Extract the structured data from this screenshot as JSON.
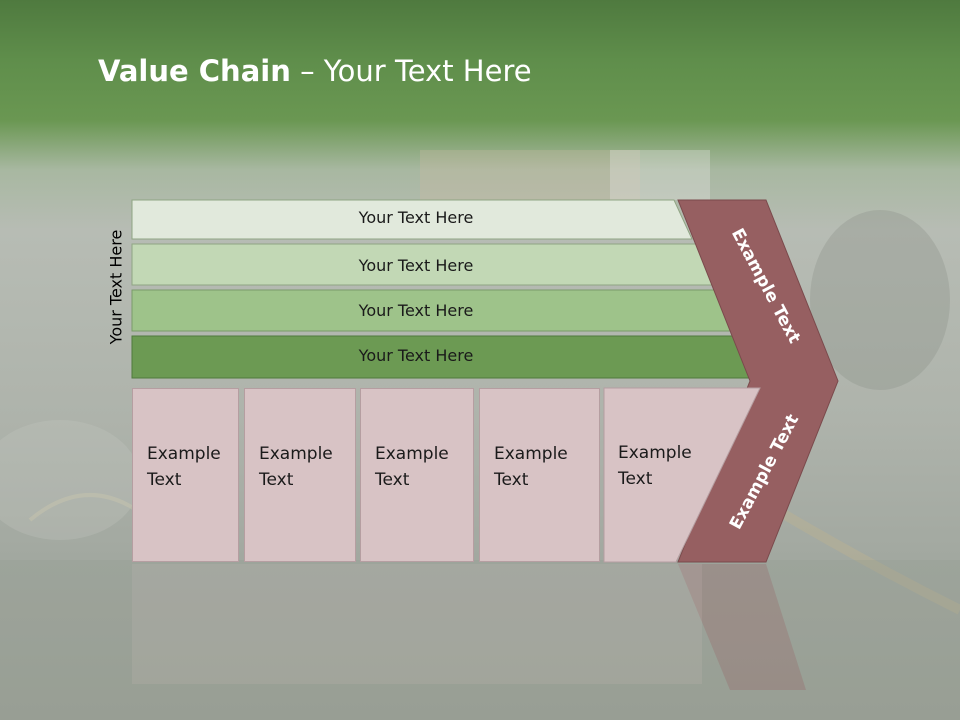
{
  "title": {
    "bold": "Value Chain",
    "rest": " – Your Text Here"
  },
  "side_label": "Your Text Here",
  "bars": [
    {
      "label": "Your Text Here",
      "color": "#e1e9dc"
    },
    {
      "label": "Your Text Here",
      "color": "#c2d8b5"
    },
    {
      "label": "Your Text Here",
      "color": "#9ec38a"
    },
    {
      "label": "Your Text Here",
      "color": "#6c9a53"
    }
  ],
  "cells": [
    {
      "line1": "Example",
      "line2": "Text"
    },
    {
      "line1": "Example",
      "line2": "Text"
    },
    {
      "line1": "Example",
      "line2": "Text"
    },
    {
      "line1": "Example",
      "line2": "Text"
    },
    {
      "line1": "Example",
      "line2": "Text"
    }
  ],
  "chevron": {
    "top_label": "Example Text",
    "bottom_label": "Example Text",
    "color": "#965f61"
  },
  "colors": {
    "header": "#5f8e4b",
    "cell_fill": "#d8c3c5"
  }
}
